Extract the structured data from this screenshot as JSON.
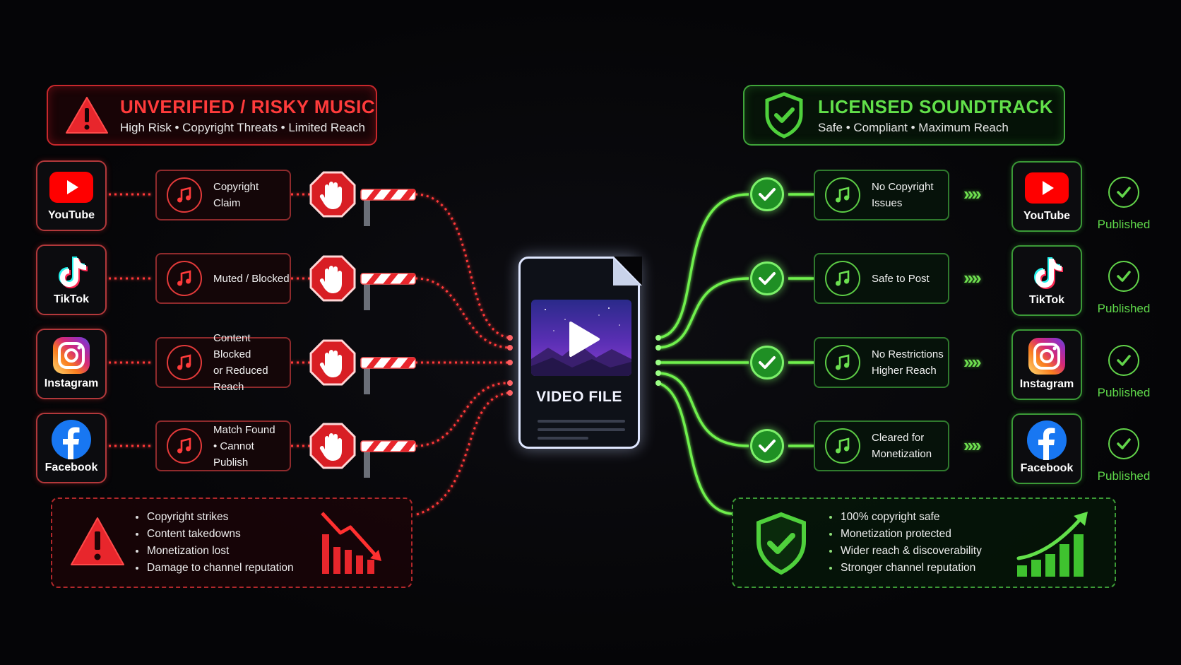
{
  "left_header": {
    "title": "UNVERIFIED / RISKY MUSIC",
    "subtitle": "High Risk • Copyright Threats • Limited Reach",
    "icon": "warning-triangle-icon"
  },
  "right_header": {
    "title": "LICENSED SOUNDTRACK",
    "subtitle": "Safe • Compliant • Maximum Reach",
    "icon": "shield-check-icon"
  },
  "platforms": [
    "YouTube",
    "TikTok",
    "Instagram",
    "Facebook"
  ],
  "left_statuses": [
    {
      "line1": "Copyright",
      "line2": "Claim"
    },
    {
      "line1": "Muted / Blocked",
      "line2": ""
    },
    {
      "line1": "Content Blocked",
      "line2": "or Reduced Reach"
    },
    {
      "line1": "Match Found",
      "line2": "• Cannot Publish"
    }
  ],
  "right_statuses": [
    {
      "line1": "No Copyright",
      "line2": "Issues"
    },
    {
      "line1": "Safe to Post",
      "line2": ""
    },
    {
      "line1": "No Restrictions",
      "line2": "Higher Reach"
    },
    {
      "line1": "Cleared for",
      "line2": "Monetization"
    }
  ],
  "chevrons": "››››",
  "published_label": "Published",
  "video_file": {
    "label": "VIDEO FILE",
    "icon": "play-icon"
  },
  "left_panel": {
    "items": [
      "Copyright strikes",
      "Content takedowns",
      "Monetization lost",
      "Damage to channel reputation"
    ],
    "icon": "warning-triangle-icon",
    "chart_icon": "declining-bar-chart-icon"
  },
  "right_panel": {
    "items": [
      "100% copyright safe",
      "Monetization protected",
      "Wider reach & discoverability",
      "Stronger channel reputation"
    ],
    "icon": "shield-check-icon",
    "chart_icon": "rising-bar-chart-icon"
  },
  "colors": {
    "red": "#e8262c",
    "green": "#5ad843",
    "youtube": "#ff0000",
    "facebook": "#1877f2",
    "background": "#050507"
  }
}
